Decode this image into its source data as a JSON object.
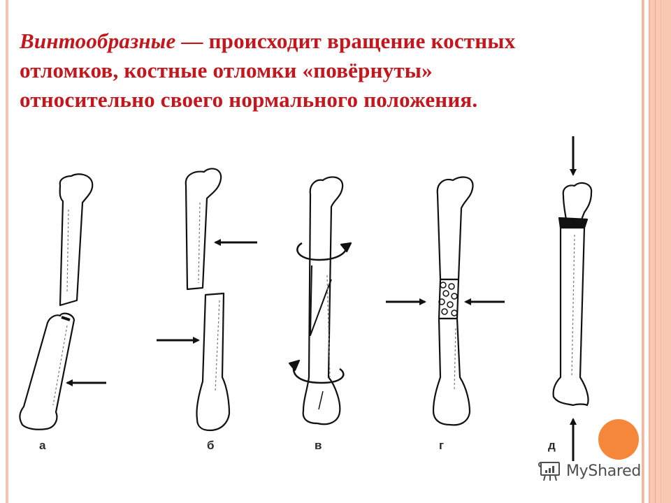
{
  "slide": {
    "title": {
      "term": "Винтообразные",
      "dash": " — ",
      "line1_rest": "происходит вращение костных",
      "line2": "отломков, костные отломки «повёрнуты»",
      "line3": "относительно своего нормального положения."
    },
    "text_color": "#c4161c",
    "border_color": "#f9c8b2"
  },
  "figure": {
    "panels": [
      {
        "label": "а",
        "type": "transverse fracture with displacement",
        "arrows": [
          "left"
        ]
      },
      {
        "label": "б",
        "type": "transverse fracture with lateral displacement",
        "arrows": [
          "left",
          "right"
        ]
      },
      {
        "label": "в",
        "type": "spiral (torsion) fracture",
        "arrows": [
          "rotate-top",
          "rotate-bottom"
        ]
      },
      {
        "label": "г",
        "type": "comminuted fracture",
        "arrows": [
          "right",
          "left"
        ]
      },
      {
        "label": "д",
        "type": "impacted (compression) fracture",
        "arrows": [
          "down",
          "up"
        ]
      }
    ]
  },
  "watermark": {
    "text": "MyShared",
    "dot_color": "#f5873a"
  }
}
